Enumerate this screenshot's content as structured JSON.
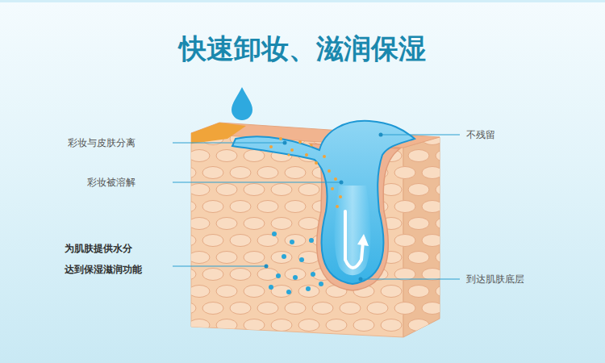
{
  "diagram": {
    "title": "快速卸妆、滋润保湿",
    "labels": [
      "彩妆与皮肤分离",
      "不残留",
      "彩妆被溶解",
      "为肌肤提供水分 达到保湿滋润功能",
      "到达肌肤底层"
    ]
  }
}
